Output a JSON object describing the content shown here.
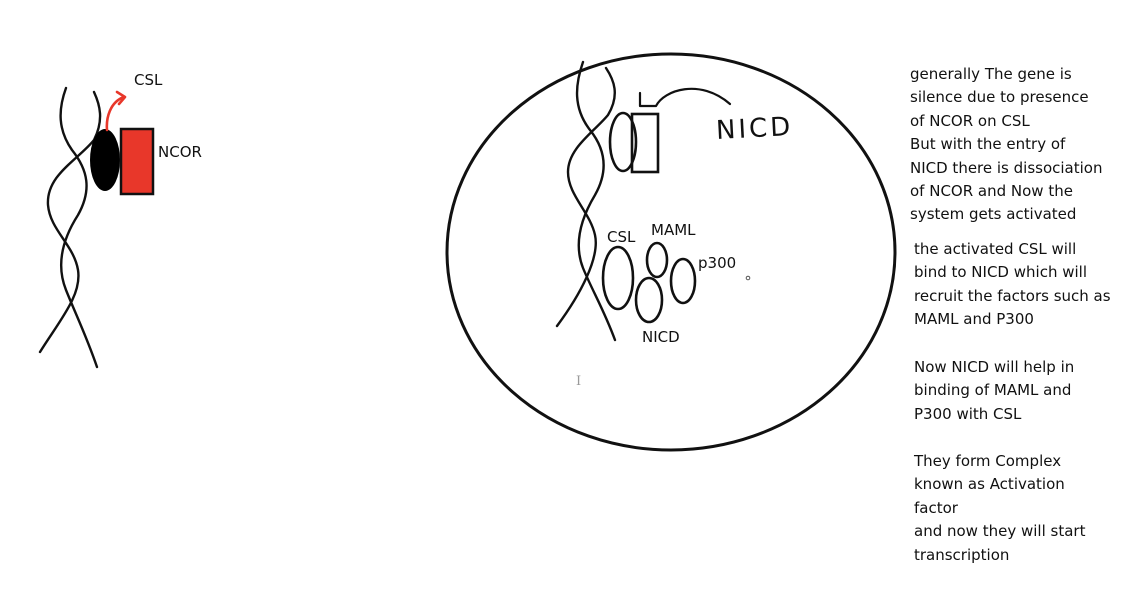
{
  "left_panel": {
    "csl_label": "CSL",
    "ncor_label": "NCOR",
    "colors": {
      "ncor_fill": "#e8372a",
      "csl_fill": "#000000",
      "arrow": "#e8372a"
    }
  },
  "cell": {
    "nicd_scribble": "NICD",
    "labels": {
      "csl": "CSL",
      "maml": "MAML",
      "p300": "p300",
      "nicd": "NICD"
    }
  },
  "notes": {
    "paragraph1": [
      "generally The gene is",
      "silence due to presence",
      "of NCOR on CSL",
      "But with the entry of",
      "NICD there is dissociation",
      "of NCOR and Now the",
      "system gets activated"
    ],
    "paragraph2": [
      "the activated CSL will",
      "bind to NICD which will",
      "recruit the factors such as",
      "MAML and P300"
    ],
    "paragraph3": [
      "Now NICD will help in",
      "binding of MAML and",
      "P300 with CSL"
    ],
    "paragraph4": [
      "They form Complex",
      "known as Activation",
      "factor",
      "and now they will start",
      "transcription"
    ]
  },
  "cursor": {
    "glyph": "I"
  }
}
